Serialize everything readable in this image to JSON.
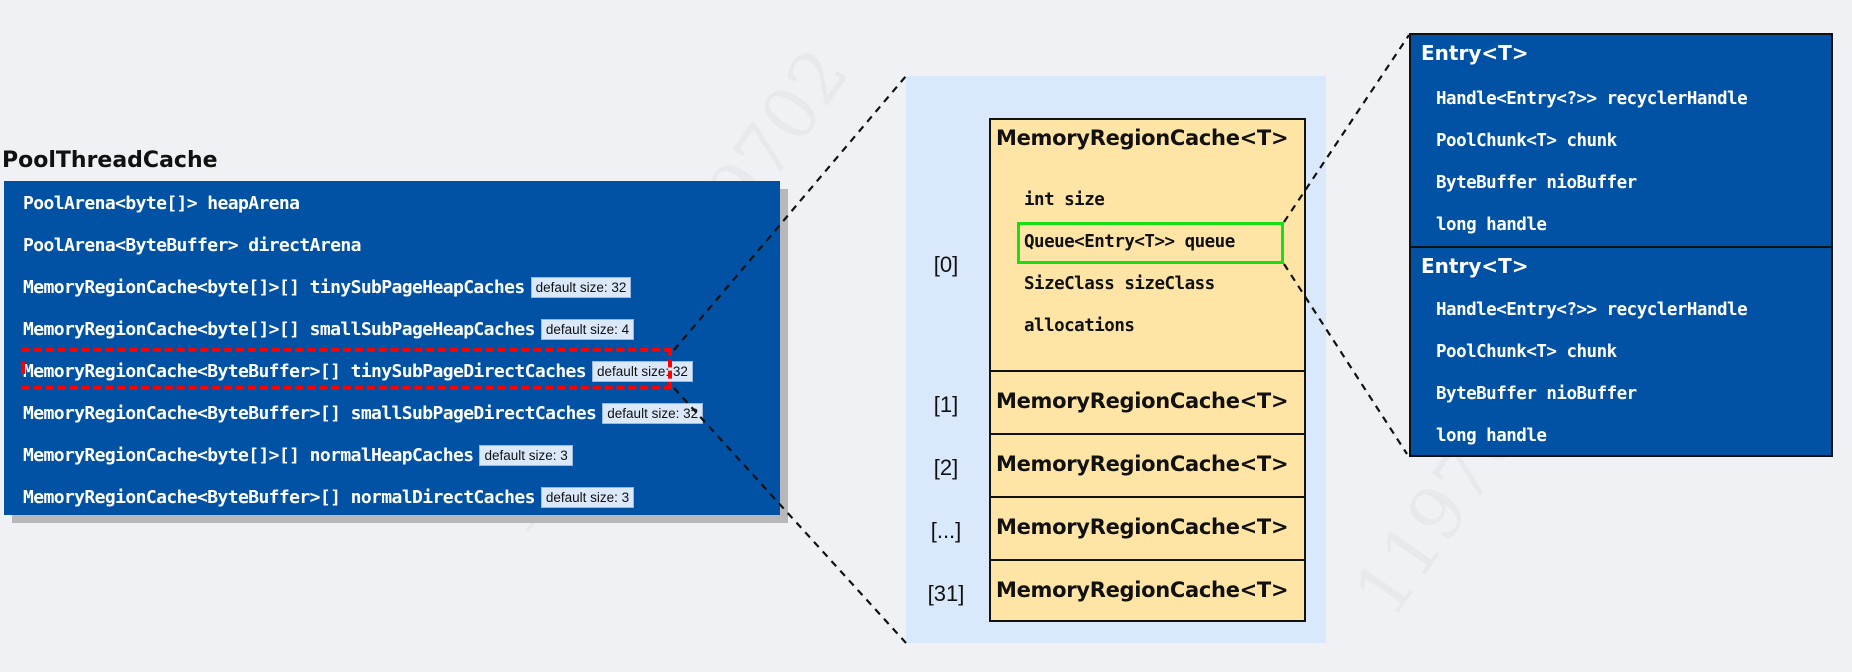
{
  "watermark": "119702 119702",
  "pool_thread_cache": {
    "title": "PoolThreadCache",
    "fields": [
      {
        "text": "PoolArena<byte[]> heapArena",
        "badge": null
      },
      {
        "text": "PoolArena<ByteBuffer> directArena",
        "badge": null
      },
      {
        "text": "MemoryRegionCache<byte[]>[] tinySubPageHeapCaches",
        "badge": "default size: 32"
      },
      {
        "text": "MemoryRegionCache<byte[]>[] smallSubPageHeapCaches",
        "badge": "default size: 4"
      },
      {
        "text": "MemoryRegionCache<ByteBuffer>[] tinySubPageDirectCaches",
        "badge": "default size: 32",
        "highlighted": true
      },
      {
        "text": "MemoryRegionCache<ByteBuffer>[] smallSubPageDirectCaches",
        "badge": "default size: 32"
      },
      {
        "text": "MemoryRegionCache<byte[]>[] normalHeapCaches",
        "badge": "default size: 3"
      },
      {
        "text": "MemoryRegionCache<ByteBuffer>[] normalDirectCaches",
        "badge": "default size: 3"
      }
    ],
    "highlight_color": "#ff0000"
  },
  "cache_array": {
    "indices": [
      "[0]",
      "[1]",
      "[2]",
      "[...]",
      "[31]"
    ],
    "cell_title": "MemoryRegionCache<T>",
    "first_cell_fields": [
      "int size",
      "Queue<Entry<T>> queue",
      "SizeClass sizeClass",
      "allocations"
    ],
    "highlighted_field": "Queue<Entry<T>> queue",
    "highlight_color": "#14e014",
    "fill_color": "#fee5a6",
    "background_color": "#d9e8fa"
  },
  "entries": [
    {
      "title": "Entry<T>",
      "fields": [
        "Handle<Entry<?>> recyclerHandle",
        "PoolChunk<T> chunk",
        "ByteBuffer nioBuffer",
        "long handle"
      ]
    },
    {
      "title": "Entry<T>",
      "fields": [
        "Handle<Entry<?>> recyclerHandle",
        "PoolChunk<T> chunk",
        "ByteBuffer nioBuffer",
        "long handle"
      ]
    }
  ],
  "colors": {
    "panel_blue": "#0152a4",
    "badge_bg": "#dbe8fa",
    "page_bg": "#eff1f4"
  }
}
